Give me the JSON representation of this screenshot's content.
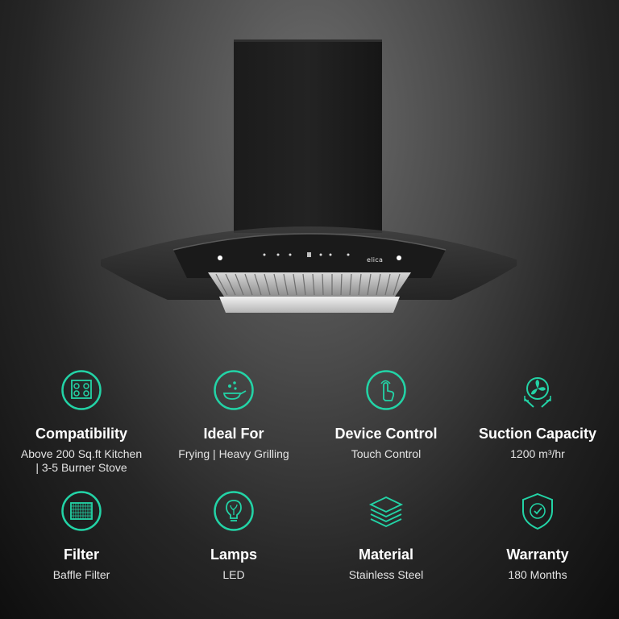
{
  "product": {
    "brand_logo_text": "elica"
  },
  "accent_color": "#23d3a6",
  "features": [
    {
      "icon": "burner-stove-icon",
      "title": "Compatibility",
      "desc_lines": [
        "Above 200 Sq.ft Kitchen",
        "| 3-5 Burner Stove"
      ]
    },
    {
      "icon": "frying-pan-icon",
      "title": "Ideal For",
      "desc_lines": [
        "Frying | Heavy Grilling"
      ]
    },
    {
      "icon": "touch-hand-icon",
      "title": "Device Control",
      "desc_lines": [
        "Touch Control"
      ]
    },
    {
      "icon": "fan-suction-icon",
      "title": "Suction Capacity",
      "desc_lines": [
        "1200 m³/hr"
      ]
    },
    {
      "icon": "filter-grid-icon",
      "title": "Filter",
      "desc_lines": [
        "Baffle Filter"
      ]
    },
    {
      "icon": "lightbulb-icon",
      "title": "Lamps",
      "desc_lines": [
        "LED"
      ]
    },
    {
      "icon": "layers-icon",
      "title": "Material",
      "desc_lines": [
        "Stainless Steel"
      ]
    },
    {
      "icon": "shield-check-icon",
      "title": "Warranty",
      "desc_lines": [
        "180 Months"
      ]
    }
  ]
}
